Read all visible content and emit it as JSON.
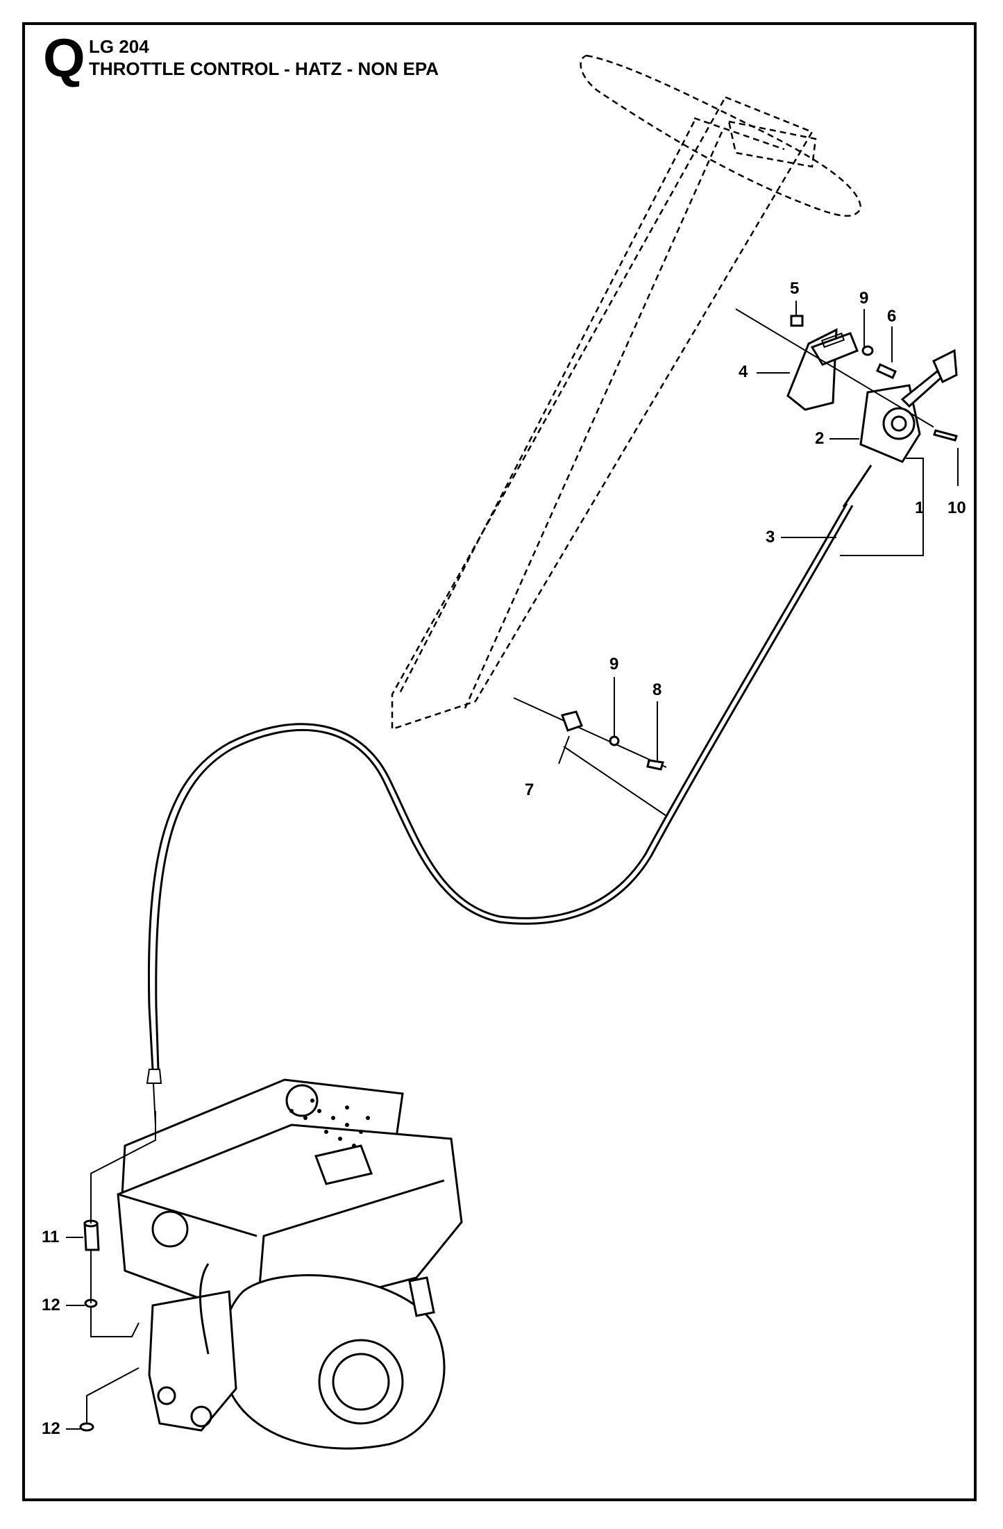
{
  "header": {
    "section_letter": "Q",
    "model_code": "LG 204",
    "title": "THROTTLE CONTROL - HATZ - NON EPA"
  },
  "callouts": {
    "c1": "1",
    "c2": "2",
    "c3": "3",
    "c4": "4",
    "c5": "5",
    "c6": "6",
    "c7": "7",
    "c8": "8",
    "c9_top": "9",
    "c9_mid": "9",
    "c10": "10",
    "c11": "11",
    "c12_top": "12",
    "c12_bottom": "12"
  }
}
